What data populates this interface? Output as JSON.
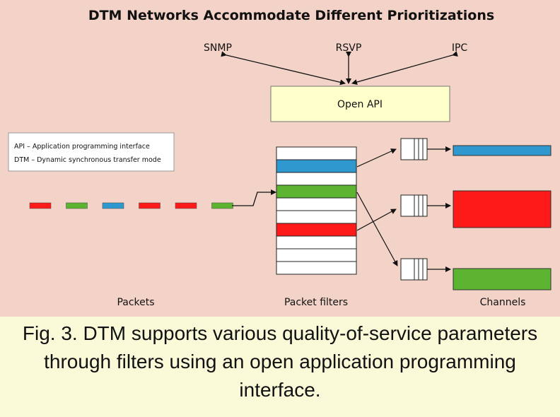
{
  "title": "DTM Networks Accommodate Different Prioritizations",
  "protocols": [
    "SNMP",
    "RSVP",
    "IPC"
  ],
  "api_box_label": "Open API",
  "legend": [
    "API – Application programming interface",
    "DTM – Dynamic synchronous transfer mode"
  ],
  "packets": [
    "red",
    "green",
    "blue",
    "red",
    "red",
    "green"
  ],
  "filter_rows": [
    "white",
    "blue",
    "white",
    "green",
    "white",
    "white",
    "red",
    "white",
    "white",
    "white"
  ],
  "channels": [
    "blue",
    "red",
    "green"
  ],
  "section_labels": {
    "packets": "Packets",
    "filters": "Packet filters",
    "channels": "Channels"
  },
  "caption": "Fig. 3. DTM supports various quality-of-service parameters through filters using an open application programming interface.",
  "colors": {
    "red": "#ff1a1a",
    "green": "#5cb431",
    "blue": "#2e98cf",
    "white": "#ffffff",
    "api_fill": "#ffffcc",
    "background": "#f3d3c7",
    "caption_band": "#fafad9"
  }
}
